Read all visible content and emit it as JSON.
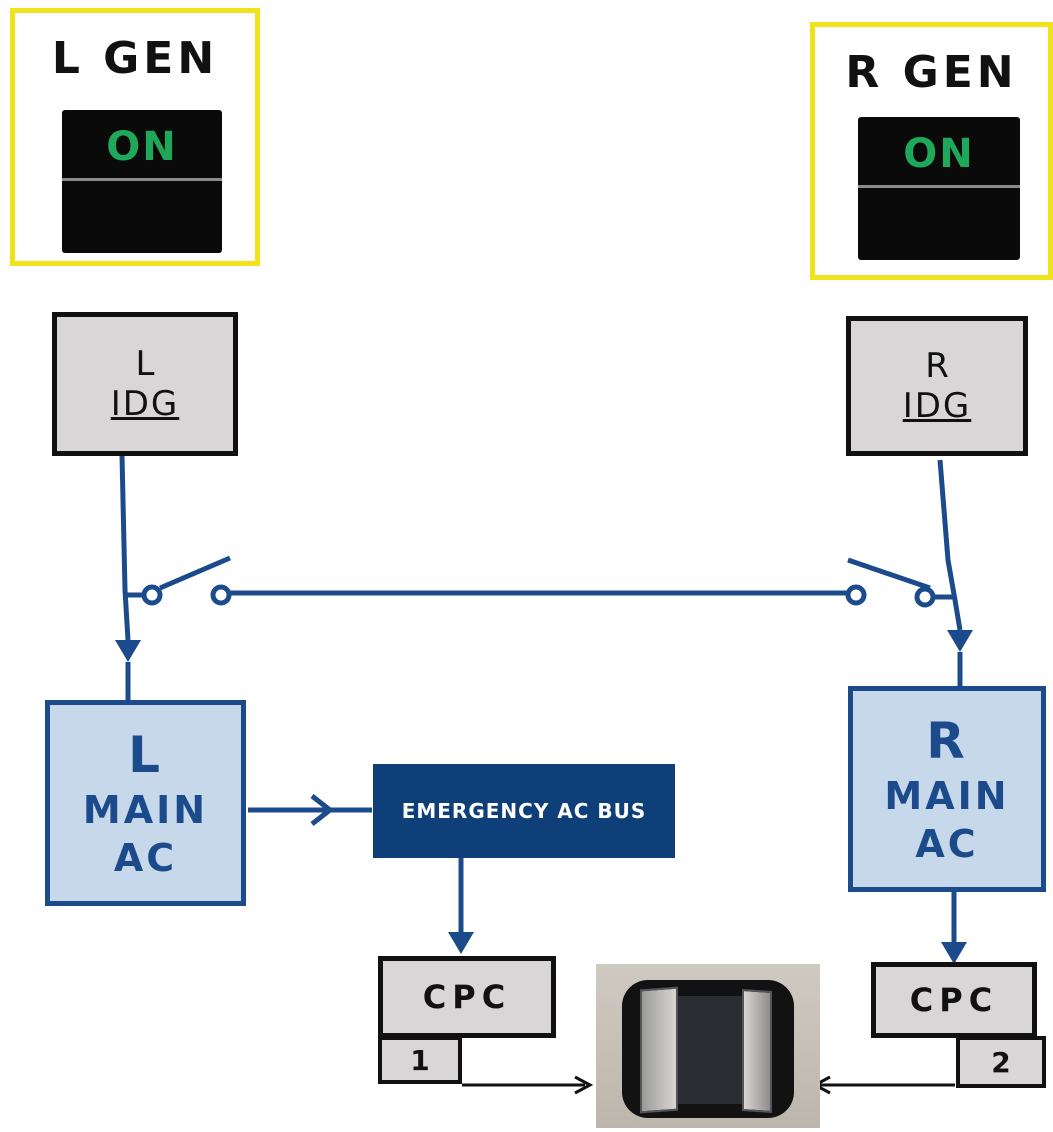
{
  "left_gen": {
    "title": "L GEN",
    "switch_state": "ON"
  },
  "right_gen": {
    "title": "R GEN",
    "switch_state": "ON"
  },
  "left_idg": {
    "line1": "L",
    "line2": "IDG"
  },
  "right_idg": {
    "line1": "R",
    "line2": "IDG"
  },
  "left_main_ac": {
    "line1": "L",
    "line2": "MAIN",
    "line3": "AC"
  },
  "right_main_ac": {
    "line1": "R",
    "line2": "MAIN",
    "line3": "AC"
  },
  "emergency_bus": {
    "label": "EMERGENCY AC BUS"
  },
  "cpc_1": {
    "label": "CPC",
    "number": "1"
  },
  "cpc_2": {
    "label": "CPC",
    "number": "2"
  },
  "colors": {
    "gen_border": "#f2e21a",
    "gen_on_text": "#1fa85a",
    "wire_blue": "#1c4b8c",
    "main_ac_fill": "#c6d8ea",
    "emergency_bus_fill": "#0f3f78",
    "box_gray": "#d9d6d7"
  }
}
